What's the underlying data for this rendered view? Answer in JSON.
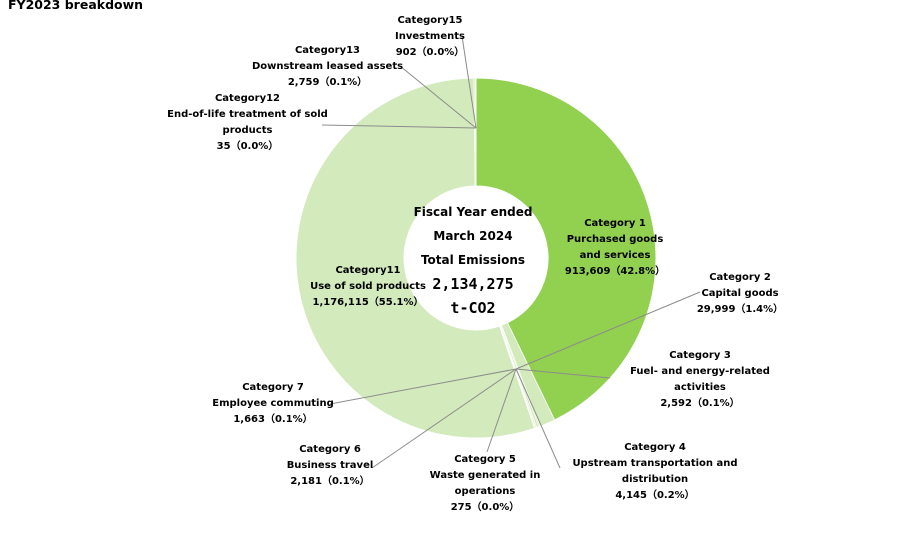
{
  "heading": "FY2023 breakdown",
  "center": {
    "line1": "Fiscal Year ended",
    "line2": "March 2024",
    "line3": "Total Emissions",
    "value": "2,134,275",
    "unit": "t-CO2"
  },
  "colors": {
    "cat1": "#92d050",
    "other": "#d3eabc",
    "leader": "#8c8c8c"
  },
  "chart_data": {
    "type": "pie",
    "title": "FY2023 breakdown",
    "total": 2134275,
    "categories": [
      "Category 1",
      "Category 2",
      "Category 3",
      "Category 4",
      "Category 5",
      "Category 6",
      "Category 7",
      "Category11",
      "Category12",
      "Category13",
      "Category15"
    ],
    "names": [
      "Purchased goods and services",
      "Capital goods",
      "Fuel- and energy-related activities",
      "Upstream transportation and distribution",
      "Waste generated in operations",
      "Business travel",
      "Employee commuting",
      "Use of sold products",
      "End-of-life treatment of sold products",
      "Downstream leased assets",
      "Investments"
    ],
    "values": [
      913609,
      29999,
      2592,
      4145,
      275,
      2181,
      1663,
      1176115,
      35,
      2759,
      902
    ],
    "percents": [
      "42.8%",
      "1.4%",
      "0.1%",
      "0.2%",
      "0.0%",
      "0.1%",
      "0.1%",
      "55.1%",
      "0.0%",
      "0.1%",
      "0.0%"
    ]
  },
  "labels": [
    {
      "id": "cat1",
      "lines": [
        "Category 1",
        "Purchased goods",
        "and services",
        "913,609（42.8%）"
      ]
    },
    {
      "id": "cat2",
      "lines": [
        "Category 2",
        "Capital goods",
        "29,999（1.4%）"
      ]
    },
    {
      "id": "cat3",
      "lines": [
        "Category 3",
        "Fuel- and energy-related",
        "activities",
        "2,592（0.1%）"
      ]
    },
    {
      "id": "cat4",
      "lines": [
        "Category 4",
        "Upstream transportation and",
        "distribution",
        "4,145（0.2%）"
      ]
    },
    {
      "id": "cat5",
      "lines": [
        "Category 5",
        "Waste generated in",
        "operations",
        "275（0.0%）"
      ]
    },
    {
      "id": "cat6",
      "lines": [
        "Category 6",
        "Business travel",
        "2,181（0.1%）"
      ]
    },
    {
      "id": "cat7",
      "lines": [
        "Category 7",
        "Employee commuting",
        "1,663（0.1%）"
      ]
    },
    {
      "id": "cat11",
      "lines": [
        "Category11",
        "Use of sold products",
        "1,176,115（55.1%）"
      ]
    },
    {
      "id": "cat12",
      "lines": [
        "Category12",
        "End-of-life treatment of sold",
        "products",
        "35（0.0%）"
      ]
    },
    {
      "id": "cat13",
      "lines": [
        "Category13",
        "Downstream leased assets",
        "2,759（0.1%）"
      ]
    },
    {
      "id": "cat15",
      "lines": [
        "Category15",
        "Investments",
        "902（0.0%）"
      ]
    }
  ]
}
